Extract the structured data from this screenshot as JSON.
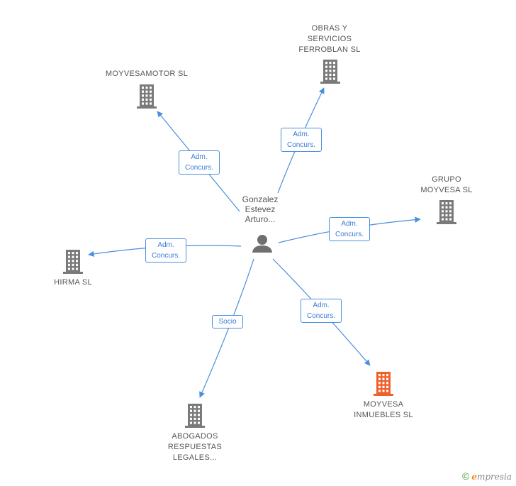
{
  "center": {
    "name": "Gonzalez\nEstevez\nArturo..."
  },
  "nodes": [
    {
      "id": "obras",
      "name": "OBRAS Y\nSERVICIOS\nFERROBLAN SL",
      "highlight": false
    },
    {
      "id": "moyvesamotor",
      "name": "MOYVESAMOTOR SL",
      "highlight": false
    },
    {
      "id": "grupo",
      "name": "GRUPO\nMOYVESA SL",
      "highlight": false
    },
    {
      "id": "hirma",
      "name": "HIRMA SL",
      "highlight": false
    },
    {
      "id": "inmuebles",
      "name": "MOYVESA\nINMUEBLES SL",
      "highlight": true
    },
    {
      "id": "abogados",
      "name": "ABOGADOS\nRESPUESTAS\nLEGALES...",
      "highlight": false
    }
  ],
  "edges": [
    {
      "to": "obras",
      "label": "Adm.\nConcurs."
    },
    {
      "to": "moyvesamotor",
      "label": "Adm.\nConcurs."
    },
    {
      "to": "grupo",
      "label": "Adm.\nConcurs."
    },
    {
      "to": "hirma",
      "label": "Adm.\nConcurs."
    },
    {
      "to": "inmuebles",
      "label": "Adm.\nConcurs."
    },
    {
      "to": "abogados",
      "label": "Socio"
    }
  ],
  "colors": {
    "edge": "#4a8fdd",
    "building": "#7a7a7a",
    "highlight": "#f0602a",
    "person": "#6f6f6f"
  },
  "footer": {
    "copyright": "©",
    "brand_e": "e",
    "brand_rest": "mpresia"
  }
}
